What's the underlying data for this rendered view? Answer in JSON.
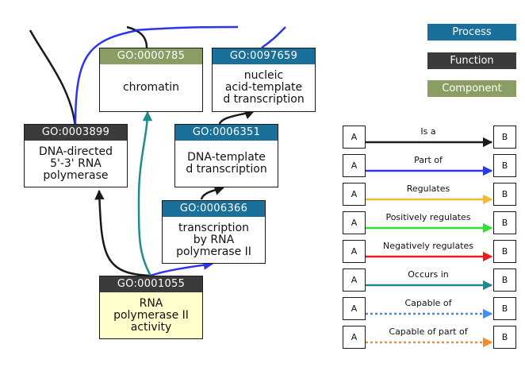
{
  "legend": {
    "process": "Process",
    "function": "Function",
    "component": "Component",
    "colors": {
      "process": "#19709a",
      "function": "#3b3b3b",
      "component": "#8a9e63"
    }
  },
  "nodes": {
    "n785": {
      "id": "GO:0000785",
      "label": "chromatin",
      "kind": "component"
    },
    "n97659": {
      "id": "GO:0097659",
      "label": "nucleic\nacid-template\nd transcription",
      "kind": "process"
    },
    "n3899": {
      "id": "GO:0003899",
      "label": "DNA-directed\n5'-3' RNA\npolymerase",
      "kind": "function"
    },
    "n6351": {
      "id": "GO:0006351",
      "label": "DNA-template\nd transcription",
      "kind": "process"
    },
    "n6366": {
      "id": "GO:0006366",
      "label": "transcription\nby RNA\npolymerase II",
      "kind": "process"
    },
    "n1055": {
      "id": "GO:0001055",
      "label": "RNA\npolymerase II\nactivity",
      "kind": "function",
      "highlight": "#ffffcc"
    }
  },
  "relations": [
    {
      "label": "Is a",
      "color": "#1a1a1a",
      "dashed": false,
      "a": "A",
      "b": "B"
    },
    {
      "label": "Part of",
      "color": "#2b35f0",
      "dashed": false,
      "a": "A",
      "b": "B"
    },
    {
      "label": "Regulates",
      "color": "#f5b82c",
      "dashed": false,
      "a": "A",
      "b": "B"
    },
    {
      "label": "Positively regulates",
      "color": "#2fe02f",
      "dashed": false,
      "a": "A",
      "b": "B"
    },
    {
      "label": "Negatively regulates",
      "color": "#f01a1a",
      "dashed": false,
      "a": "A",
      "b": "B"
    },
    {
      "label": "Occurs in",
      "color": "#1e8c8c",
      "dashed": false,
      "a": "A",
      "b": "B"
    },
    {
      "label": "Capable of",
      "color": "#3a8ff5",
      "dashed": true,
      "a": "A",
      "b": "B"
    },
    {
      "label": "Capable of part of",
      "color": "#f58a25",
      "dashed": true,
      "a": "A",
      "b": "B"
    }
  ]
}
